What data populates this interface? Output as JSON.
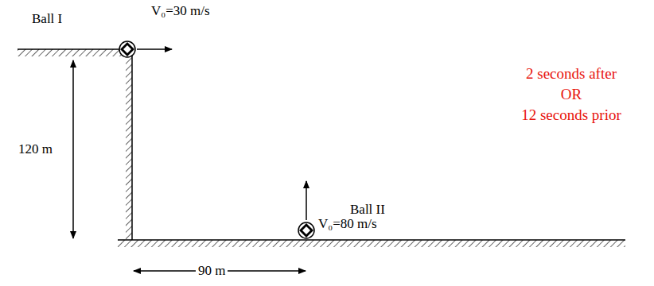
{
  "diagram": {
    "labels": [
      "Ball I",
      "V₀=30 m/s",
      "120 m",
      "90 m",
      "Ball II",
      "V₀=80 m/s",
      "2 seconds after",
      "OR",
      "12 seconds prior"
    ]
  }
}
